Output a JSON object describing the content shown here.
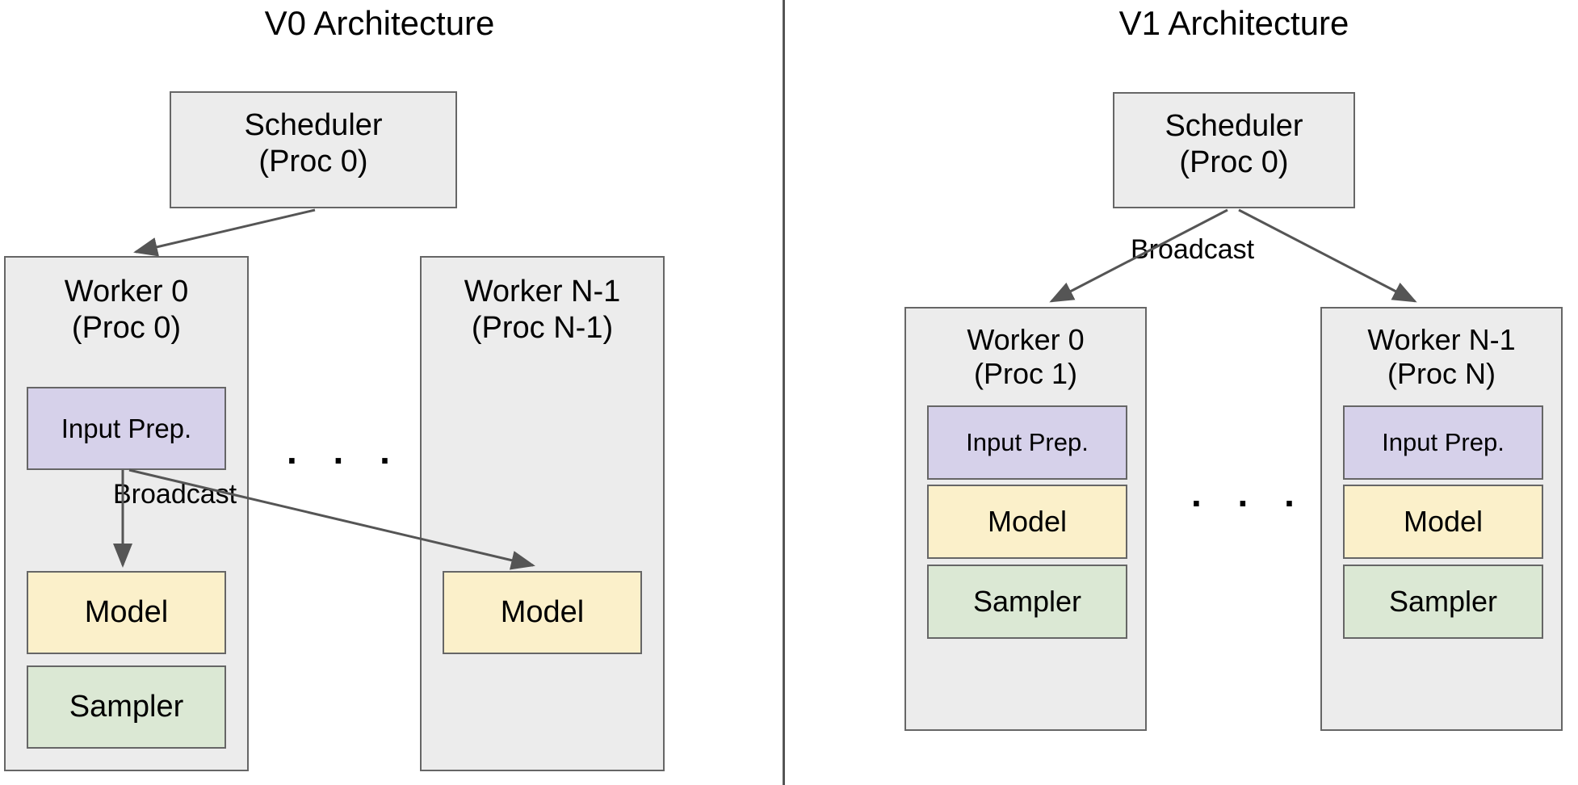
{
  "figure": {
    "background": "#ffffff",
    "divider_color": "#555555",
    "box_fill": "#ececec",
    "box_border": "#666666",
    "arrow_color": "#555555",
    "colors": {
      "input_prep": "#d6d1ea",
      "model": "#fbf0ca",
      "sampler": "#dbe8d4"
    }
  },
  "panels": [
    {
      "id": "v0",
      "title": "V0 Architecture",
      "scheduler": {
        "line1": "Scheduler",
        "line2": "(Proc 0)"
      },
      "ellipsis": ". . .",
      "broadcast_label": "Broadcast",
      "workers": [
        {
          "line1": "Worker 0",
          "line2": "(Proc 0)",
          "components": [
            {
              "label": "Input Prep.",
              "kind": "input"
            },
            {
              "label": "Model",
              "kind": "model"
            },
            {
              "label": "Sampler",
              "kind": "sampler"
            }
          ]
        },
        {
          "line1": "Worker N-1",
          "line2": "(Proc N-1)",
          "components": [
            {
              "label": "Model",
              "kind": "model"
            }
          ]
        }
      ]
    },
    {
      "id": "v1",
      "title": "V1 Architecture",
      "scheduler": {
        "line1": "Scheduler",
        "line2": "(Proc 0)"
      },
      "ellipsis": ". . .",
      "broadcast_label": "Broadcast",
      "workers": [
        {
          "line1": "Worker 0",
          "line2": "(Proc 1)",
          "components": [
            {
              "label": "Input Prep.",
              "kind": "input"
            },
            {
              "label": "Model",
              "kind": "model"
            },
            {
              "label": "Sampler",
              "kind": "sampler"
            }
          ]
        },
        {
          "line1": "Worker N-1",
          "line2": "(Proc N)",
          "components": [
            {
              "label": "Input Prep.",
              "kind": "input"
            },
            {
              "label": "Model",
              "kind": "model"
            },
            {
              "label": "Sampler",
              "kind": "sampler"
            }
          ]
        }
      ]
    }
  ]
}
